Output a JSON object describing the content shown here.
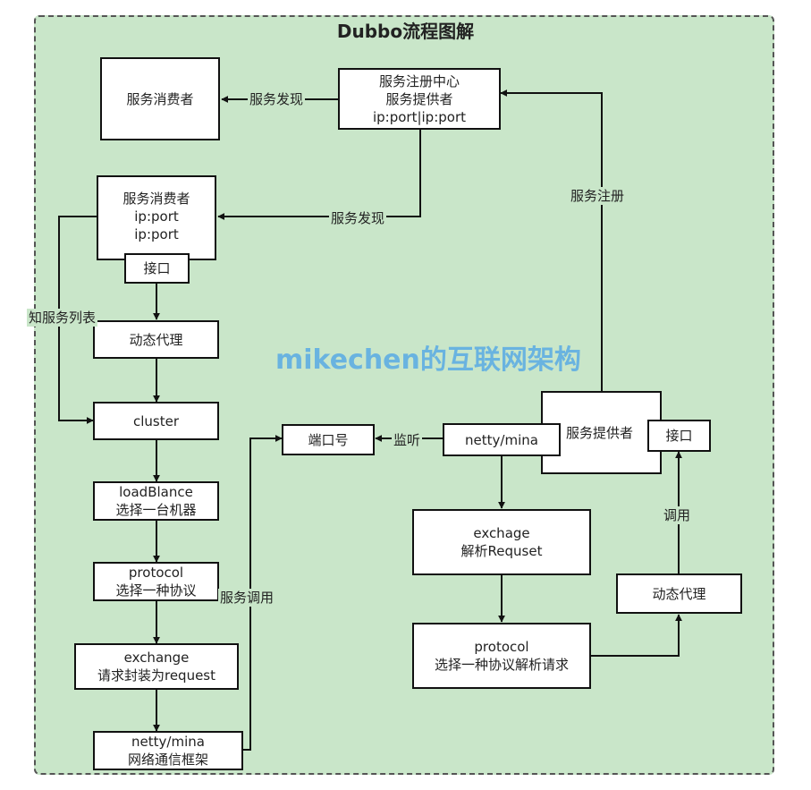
{
  "title": "Dubbo流程图解",
  "watermark": "mikechen的互联网架构",
  "nodes": {
    "consumer_top": [
      "服务消费者"
    ],
    "registry": [
      "服务注册中心",
      "服务提供者",
      "ip:port|ip:port"
    ],
    "consumer_main": [
      "服务消费者",
      "ip:port",
      "ip:port"
    ],
    "consumer_interface": [
      "接口"
    ],
    "dynamic_proxy_left": [
      "动态代理"
    ],
    "cluster": [
      "cluster"
    ],
    "loadbalance": [
      "loadBlance",
      "选择一台机器"
    ],
    "protocol_left": [
      "protocol",
      "选择一种协议"
    ],
    "exchange_left": [
      "exchange",
      "请求封装为request"
    ],
    "netty_left": [
      "netty/mina",
      "网络通信框架"
    ],
    "port_number": [
      "端口号"
    ],
    "netty_right": [
      "netty/mina"
    ],
    "provider": [
      "服务提供者"
    ],
    "provider_interface": [
      "接口"
    ],
    "exchange_right": [
      "exchage",
      "解析Requset"
    ],
    "protocol_right": [
      "protocol",
      "选择一种协议解析请求"
    ],
    "dynamic_proxy_right": [
      "动态代理"
    ]
  },
  "edge_labels": {
    "discover_top": "服务发现",
    "discover_main": "服务发现",
    "register": "服务注册",
    "service_list": "知服务列表",
    "listen": "监听",
    "service_call": "服务调用",
    "invoke": "调用"
  }
}
